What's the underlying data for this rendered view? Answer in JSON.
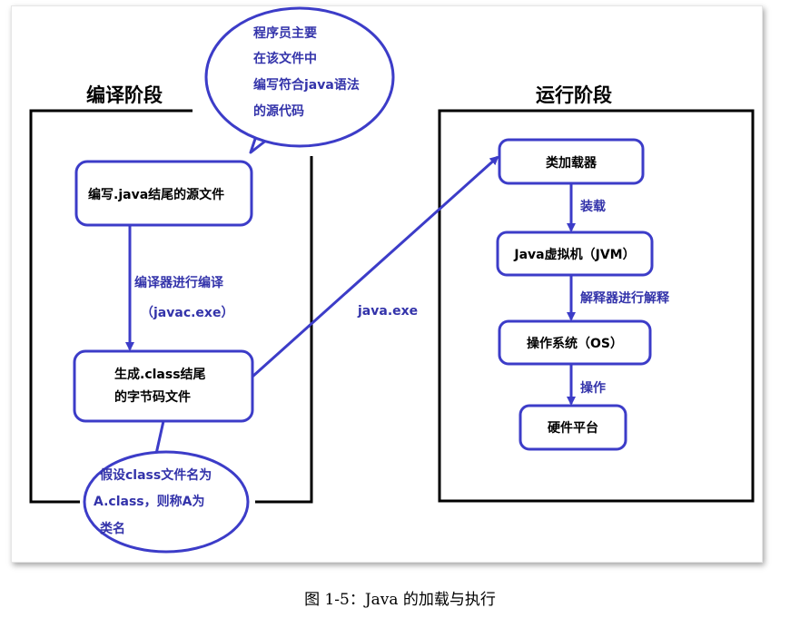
{
  "compile_stage": {
    "title": "编译阶段",
    "source_box": "编写.java结尾的源文件",
    "compile_label_1": "编译器进行编译",
    "compile_label_2": "（javac.exe）",
    "bytecode_box_1": "生成.class结尾",
    "bytecode_box_2": "的字节码文件",
    "top_bubble": [
      "程序员主要",
      "在该文件中",
      "编写符合java语法",
      "的源代码"
    ],
    "bottom_bubble": [
      "假设class文件名为",
      "A.class，则称A为",
      "类名"
    ]
  },
  "transfer_label": "java.exe",
  "run_stage": {
    "title": "运行阶段",
    "boxes": [
      "类加载器",
      "Java虚拟机（JVM）",
      "操作系统（OS）",
      "硬件平台"
    ],
    "arrow_labels": [
      "装载",
      "解释器进行解释",
      "操作"
    ]
  },
  "caption": "图 1-5：Java 的加载与执行",
  "colors": {
    "accent": "#3c3cc8",
    "frame": "#000000"
  }
}
